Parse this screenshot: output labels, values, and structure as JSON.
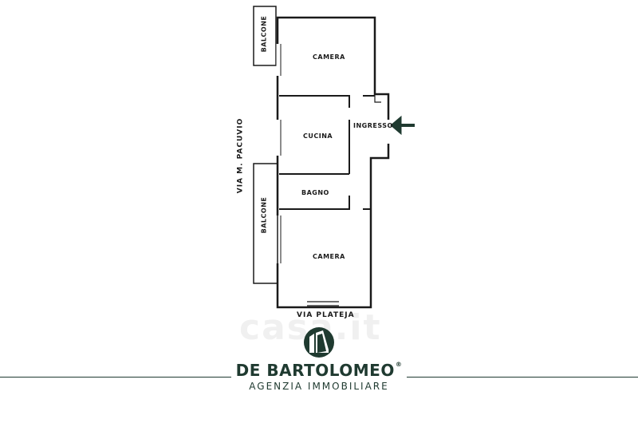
{
  "rooms": {
    "camera_top": "CAMERA",
    "ingresso": "INGRESSO",
    "cucina": "CUCINA",
    "bagno": "BAGNO",
    "camera_bottom": "CAMERA",
    "balcone_top": "BALCONE",
    "balcone_bottom": "BALCONE"
  },
  "streets": {
    "left": "VIA M. PACUVIO",
    "bottom": "VIA PLATEJA"
  },
  "watermark": "casa.it",
  "brand": {
    "name": "DE BARTOLOMEO",
    "registered": "®",
    "tagline": "AGENZIA IMMOBILIARE",
    "color": "#1f3a30"
  },
  "icons": {
    "entrance_arrow": "arrow-left-icon",
    "logo": "building-logo-icon"
  }
}
